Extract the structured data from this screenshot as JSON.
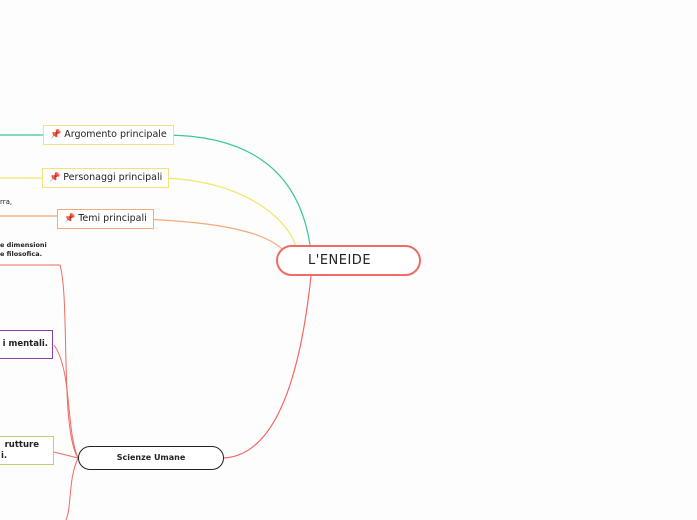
{
  "root": {
    "label": "L'ENEIDE"
  },
  "branches": [
    {
      "id": "argomento",
      "label": "Argomento principale",
      "pin": "📌",
      "color": "#3cc79b"
    },
    {
      "id": "personaggi",
      "label": "Personaggi principali",
      "pin": "📌",
      "color": "#f2e66b"
    },
    {
      "id": "temi",
      "label": "Temi principali",
      "pin": "📌",
      "color": "#f6a97a"
    }
  ],
  "scienze": {
    "label": "Scienze Umane",
    "color": "#ef6b63"
  },
  "clipped": {
    "temi_note": "rra,",
    "scienze_note_line1": "e dimensioni",
    "scienze_note_line2": "e filosofica.",
    "purple_box": "i mentali.",
    "green_box_line1": "rutture",
    "green_box_line2": "i.",
    "purple_color": "#8a3fb0",
    "green_color": "#b9d56a"
  }
}
